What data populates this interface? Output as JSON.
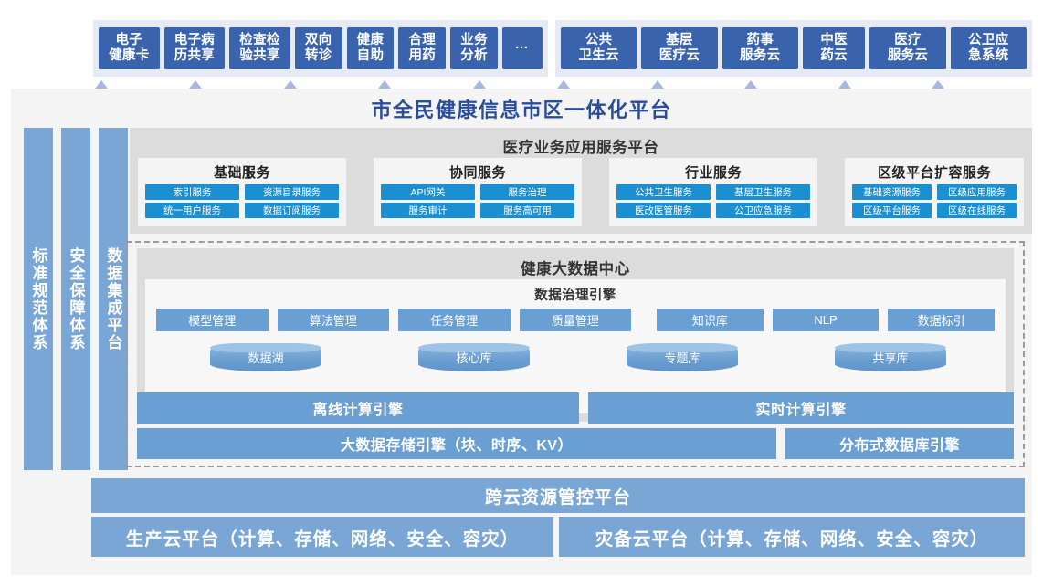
{
  "top_apps_left": [
    {
      "line1": "电子",
      "line2": "健康卡"
    },
    {
      "line1": "电子病",
      "line2": "历共享"
    },
    {
      "line1": "检查检",
      "line2": "验共享"
    },
    {
      "line1": "双向",
      "line2": "转诊"
    },
    {
      "line1": "健康",
      "line2": "自助"
    },
    {
      "line1": "合理",
      "line2": "用药"
    },
    {
      "line1": "业务",
      "line2": "分析"
    },
    {
      "line1": "…",
      "line2": ""
    }
  ],
  "top_apps_right": [
    {
      "line1": "公共",
      "line2": "卫生云"
    },
    {
      "line1": "基层",
      "line2": "医疗云"
    },
    {
      "line1": "药事",
      "line2": "服务云"
    },
    {
      "line1": "中医",
      "line2": "药云"
    },
    {
      "line1": "医疗",
      "line2": "服务云"
    },
    {
      "line1": "公卫应",
      "line2": "急系统"
    }
  ],
  "platform_title": "市全民健康信息市区一体化平台",
  "vertical_bars": [
    {
      "label": "标准规范体系"
    },
    {
      "label": "安全保障体系"
    },
    {
      "label": "数据集成平台"
    }
  ],
  "service_platform": {
    "title": "医疗业务应用服务平台",
    "groups": [
      {
        "title": "基础服务",
        "chips": [
          "索引服务",
          "资源目录服务",
          "统一用户服务",
          "数据订阅服务"
        ]
      },
      {
        "title": "协同服务",
        "chips": [
          "API网关",
          "服务治理",
          "服务审计",
          "服务高可用"
        ]
      },
      {
        "title": "行业服务",
        "chips": [
          "公共卫生服务",
          "基层卫生服务",
          "医改医管服务",
          "公卫应急服务"
        ]
      },
      {
        "title": "区级平台扩容服务",
        "chips": [
          "基础资源服务",
          "区级应用服务",
          "区级平台服务",
          "区级在线服务"
        ]
      }
    ]
  },
  "big_data_center": {
    "title": "健康大数据中心",
    "governance": {
      "title": "数据治理引擎",
      "left_chips": [
        "模型管理",
        "算法管理",
        "任务管理",
        "质量管理"
      ],
      "right_chips": [
        "知识库",
        "NLP",
        "数据标引"
      ],
      "stores": [
        "数据湖",
        "核心库",
        "专题库",
        "共享库"
      ]
    },
    "engines_row1": [
      "离线计算引擎",
      "实时计算引擎"
    ],
    "engines_row2": [
      "大数据存储引擎（块、时序、KV）",
      "分布式数据库引擎"
    ]
  },
  "cross_cloud": "跨云资源管控平台",
  "clouds": [
    "生产云平台（计算、存储、网络、安全、容灾）",
    "灾备云平台（计算、存储、网络、安全、容灾）"
  ],
  "colors": {
    "app_box": "#3a63ad",
    "band": "#e6eaf5",
    "bar_blue": "#7aa6d6",
    "chip_blue": "#1a8fd1",
    "engine_blue": "#6a9fd4",
    "panel_grey": "#f4f4f4",
    "header_grey": "#dcdcdc",
    "title_blue": "#2a4d9b",
    "arrow": "#a8b8dd"
  }
}
